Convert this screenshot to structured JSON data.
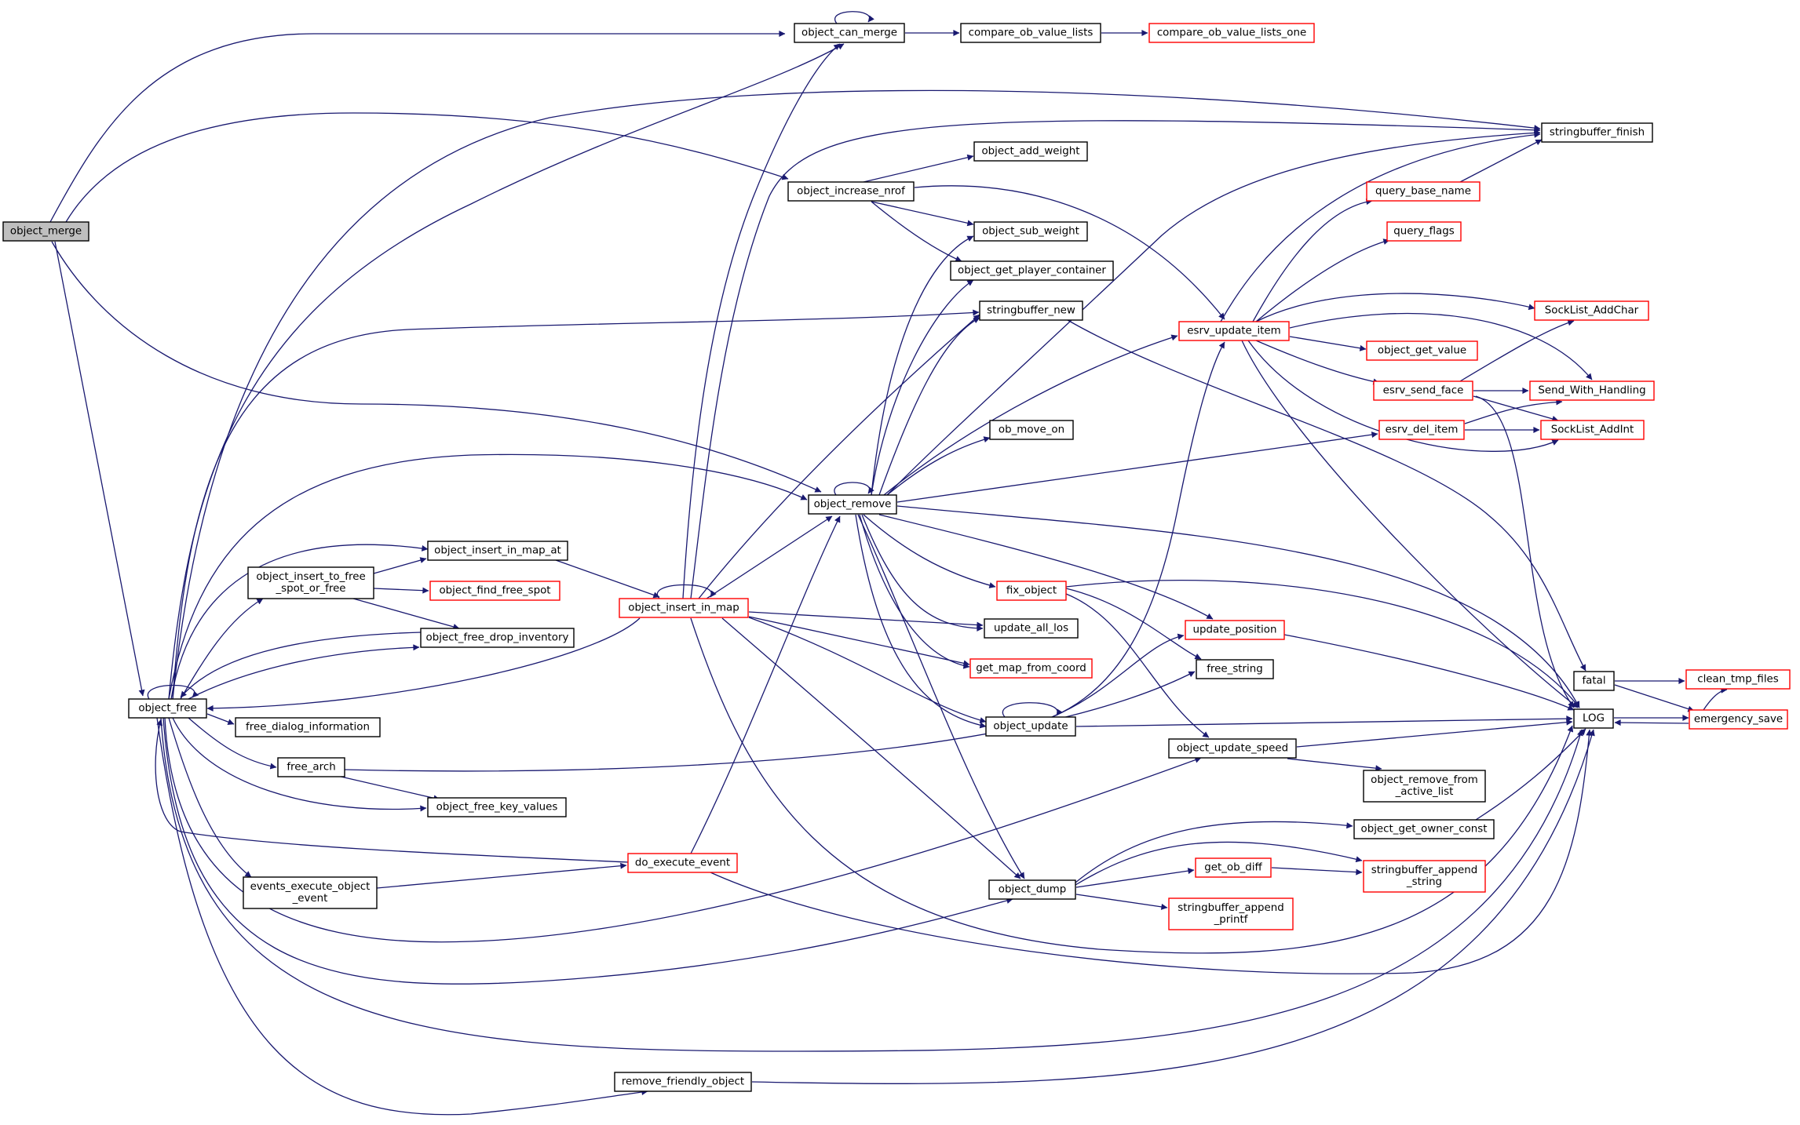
{
  "colors": {
    "edge": "#191970",
    "node_border_normal": "#000000",
    "node_border_truncated": "#ff0000",
    "node_fill": "#ffffff",
    "node_fill_root": "#bfbfbf"
  },
  "nodes": [
    {
      "id": "object_merge",
      "lines": [
        "object_merge"
      ],
      "kind": "root"
    },
    {
      "id": "object_can_merge",
      "lines": [
        "object_can_merge"
      ],
      "kind": "normal"
    },
    {
      "id": "compare_ob_value_lists",
      "lines": [
        "compare_ob_value_lists"
      ],
      "kind": "normal"
    },
    {
      "id": "compare_ob_value_lists_one",
      "lines": [
        "compare_ob_value_lists_one"
      ],
      "kind": "truncated"
    },
    {
      "id": "stringbuffer_finish",
      "lines": [
        "stringbuffer_finish"
      ],
      "kind": "normal"
    },
    {
      "id": "object_add_weight",
      "lines": [
        "object_add_weight"
      ],
      "kind": "normal"
    },
    {
      "id": "object_increase_nrof",
      "lines": [
        "object_increase_nrof"
      ],
      "kind": "normal"
    },
    {
      "id": "query_base_name",
      "lines": [
        "query_base_name"
      ],
      "kind": "truncated"
    },
    {
      "id": "query_flags",
      "lines": [
        "query_flags"
      ],
      "kind": "truncated"
    },
    {
      "id": "object_sub_weight",
      "lines": [
        "object_sub_weight"
      ],
      "kind": "normal"
    },
    {
      "id": "object_get_player_container",
      "lines": [
        "object_get_player_container"
      ],
      "kind": "normal"
    },
    {
      "id": "stringbuffer_new",
      "lines": [
        "stringbuffer_new"
      ],
      "kind": "normal"
    },
    {
      "id": "SockList_AddChar",
      "lines": [
        "SockList_AddChar"
      ],
      "kind": "truncated"
    },
    {
      "id": "esrv_update_item",
      "lines": [
        "esrv_update_item"
      ],
      "kind": "truncated"
    },
    {
      "id": "object_get_value",
      "lines": [
        "object_get_value"
      ],
      "kind": "truncated"
    },
    {
      "id": "esrv_send_face",
      "lines": [
        "esrv_send_face"
      ],
      "kind": "truncated"
    },
    {
      "id": "Send_With_Handling",
      "lines": [
        "Send_With_Handling"
      ],
      "kind": "truncated"
    },
    {
      "id": "ob_move_on",
      "lines": [
        "ob_move_on"
      ],
      "kind": "normal"
    },
    {
      "id": "esrv_del_item",
      "lines": [
        "esrv_del_item"
      ],
      "kind": "truncated"
    },
    {
      "id": "SockList_AddInt",
      "lines": [
        "SockList_AddInt"
      ],
      "kind": "truncated"
    },
    {
      "id": "object_remove",
      "lines": [
        "object_remove"
      ],
      "kind": "normal"
    },
    {
      "id": "object_insert_in_map_at",
      "lines": [
        "object_insert_in_map_at"
      ],
      "kind": "normal"
    },
    {
      "id": "object_insert_to_free_spot_or_free",
      "lines": [
        "object_insert_to_free",
        "_spot_or_free"
      ],
      "kind": "normal"
    },
    {
      "id": "object_find_free_spot",
      "lines": [
        "object_find_free_spot"
      ],
      "kind": "truncated"
    },
    {
      "id": "fix_object",
      "lines": [
        "fix_object"
      ],
      "kind": "truncated"
    },
    {
      "id": "object_insert_in_map",
      "lines": [
        "object_insert_in_map"
      ],
      "kind": "truncated"
    },
    {
      "id": "update_all_los",
      "lines": [
        "update_all_los"
      ],
      "kind": "normal"
    },
    {
      "id": "update_position",
      "lines": [
        "update_position"
      ],
      "kind": "truncated"
    },
    {
      "id": "object_free_drop_inventory",
      "lines": [
        "object_free_drop_inventory"
      ],
      "kind": "normal"
    },
    {
      "id": "get_map_from_coord",
      "lines": [
        "get_map_from_coord"
      ],
      "kind": "truncated"
    },
    {
      "id": "free_string",
      "lines": [
        "free_string"
      ],
      "kind": "normal"
    },
    {
      "id": "fatal",
      "lines": [
        "fatal"
      ],
      "kind": "normal"
    },
    {
      "id": "clean_tmp_files",
      "lines": [
        "clean_tmp_files"
      ],
      "kind": "truncated"
    },
    {
      "id": "object_free",
      "lines": [
        "object_free"
      ],
      "kind": "normal"
    },
    {
      "id": "object_update",
      "lines": [
        "object_update"
      ],
      "kind": "normal"
    },
    {
      "id": "LOG",
      "lines": [
        "LOG"
      ],
      "kind": "normal"
    },
    {
      "id": "emergency_save",
      "lines": [
        "emergency_save"
      ],
      "kind": "truncated"
    },
    {
      "id": "free_dialog_information",
      "lines": [
        "free_dialog_information"
      ],
      "kind": "normal"
    },
    {
      "id": "object_update_speed",
      "lines": [
        "object_update_speed"
      ],
      "kind": "normal"
    },
    {
      "id": "free_arch",
      "lines": [
        "free_arch"
      ],
      "kind": "normal"
    },
    {
      "id": "object_remove_from_active_list",
      "lines": [
        "object_remove_from",
        "_active_list"
      ],
      "kind": "normal"
    },
    {
      "id": "object_free_key_values",
      "lines": [
        "object_free_key_values"
      ],
      "kind": "normal"
    },
    {
      "id": "object_get_owner_const",
      "lines": [
        "object_get_owner_const"
      ],
      "kind": "normal"
    },
    {
      "id": "do_execute_event",
      "lines": [
        "do_execute_event"
      ],
      "kind": "truncated"
    },
    {
      "id": "get_ob_diff",
      "lines": [
        "get_ob_diff"
      ],
      "kind": "truncated"
    },
    {
      "id": "stringbuffer_append_string",
      "lines": [
        "stringbuffer_append",
        "_string"
      ],
      "kind": "truncated"
    },
    {
      "id": "events_execute_object_event",
      "lines": [
        "events_execute_object",
        "_event"
      ],
      "kind": "normal"
    },
    {
      "id": "object_dump",
      "lines": [
        "object_dump"
      ],
      "kind": "normal"
    },
    {
      "id": "stringbuffer_append_printf",
      "lines": [
        "stringbuffer_append",
        "_printf"
      ],
      "kind": "truncated"
    },
    {
      "id": "remove_friendly_object",
      "lines": [
        "remove_friendly_object"
      ],
      "kind": "normal"
    }
  ],
  "edges": [
    [
      "object_merge",
      "object_can_merge"
    ],
    [
      "object_merge",
      "object_increase_nrof"
    ],
    [
      "object_merge",
      "object_remove"
    ],
    [
      "object_merge",
      "object_free"
    ],
    [
      "object_can_merge",
      "object_can_merge"
    ],
    [
      "object_can_merge",
      "compare_ob_value_lists"
    ],
    [
      "compare_ob_value_lists",
      "compare_ob_value_lists_one"
    ],
    [
      "object_increase_nrof",
      "object_add_weight"
    ],
    [
      "object_increase_nrof",
      "object_sub_weight"
    ],
    [
      "object_increase_nrof",
      "object_get_player_container"
    ],
    [
      "object_increase_nrof",
      "esrv_update_item"
    ],
    [
      "esrv_update_item",
      "query_base_name"
    ],
    [
      "esrv_update_item",
      "query_flags"
    ],
    [
      "esrv_update_item",
      "SockList_AddChar"
    ],
    [
      "esrv_update_item",
      "object_get_value"
    ],
    [
      "esrv_update_item",
      "esrv_send_face"
    ],
    [
      "esrv_update_item",
      "Send_With_Handling"
    ],
    [
      "esrv_update_item",
      "SockList_AddInt"
    ],
    [
      "esrv_update_item",
      "LOG"
    ],
    [
      "esrv_update_item",
      "stringbuffer_finish"
    ],
    [
      "query_base_name",
      "stringbuffer_finish"
    ],
    [
      "esrv_send_face",
      "SockList_AddChar"
    ],
    [
      "esrv_send_face",
      "Send_With_Handling"
    ],
    [
      "esrv_send_face",
      "SockList_AddInt"
    ],
    [
      "esrv_send_face",
      "LOG"
    ],
    [
      "esrv_del_item",
      "Send_With_Handling"
    ],
    [
      "esrv_del_item",
      "SockList_AddInt"
    ],
    [
      "stringbuffer_new",
      "fatal"
    ],
    [
      "fatal",
      "clean_tmp_files"
    ],
    [
      "fatal",
      "emergency_save"
    ],
    [
      "emergency_save",
      "LOG"
    ],
    [
      "emergency_save",
      "clean_tmp_files"
    ],
    [
      "LOG",
      "emergency_save"
    ],
    [
      "object_remove",
      "object_remove"
    ],
    [
      "object_remove",
      "object_sub_weight"
    ],
    [
      "object_remove",
      "object_get_player_container"
    ],
    [
      "object_remove",
      "stringbuffer_new"
    ],
    [
      "object_remove",
      "stringbuffer_finish"
    ],
    [
      "object_remove",
      "esrv_update_item"
    ],
    [
      "object_remove",
      "ob_move_on"
    ],
    [
      "object_remove",
      "esrv_del_item"
    ],
    [
      "object_remove",
      "LOG"
    ],
    [
      "object_remove",
      "fix_object"
    ],
    [
      "object_remove",
      "update_all_los"
    ],
    [
      "object_remove",
      "update_position"
    ],
    [
      "object_remove",
      "get_map_from_coord"
    ],
    [
      "object_remove",
      "object_update"
    ],
    [
      "object_remove",
      "object_dump"
    ],
    [
      "fix_object",
      "LOG"
    ],
    [
      "fix_object",
      "free_string"
    ],
    [
      "fix_object",
      "object_update_speed"
    ],
    [
      "update_position",
      "LOG"
    ],
    [
      "object_update",
      "object_update"
    ],
    [
      "object_update",
      "esrv_update_item"
    ],
    [
      "object_update",
      "update_position"
    ],
    [
      "object_update",
      "LOG"
    ],
    [
      "object_update_speed",
      "LOG"
    ],
    [
      "object_update_speed",
      "object_remove_from_active_list"
    ],
    [
      "object_get_owner_const",
      "LOG"
    ],
    [
      "object_dump",
      "object_get_owner_const"
    ],
    [
      "object_dump",
      "stringbuffer_append_string"
    ],
    [
      "object_dump",
      "get_ob_diff"
    ],
    [
      "object_dump",
      "stringbuffer_append_printf"
    ],
    [
      "get_ob_diff",
      "stringbuffer_append_string"
    ],
    [
      "object_insert_in_map",
      "object_insert_in_map"
    ],
    [
      "object_insert_in_map",
      "object_can_merge"
    ],
    [
      "object_insert_in_map",
      "stringbuffer_finish"
    ],
    [
      "object_insert_in_map",
      "stringbuffer_new"
    ],
    [
      "object_insert_in_map",
      "object_remove"
    ],
    [
      "object_insert_in_map",
      "update_all_los"
    ],
    [
      "object_insert_in_map",
      "get_map_from_coord"
    ],
    [
      "object_insert_in_map",
      "object_update"
    ],
    [
      "object_insert_in_map",
      "object_dump"
    ],
    [
      "object_insert_in_map",
      "LOG"
    ],
    [
      "object_insert_in_map",
      "object_free"
    ],
    [
      "object_insert_in_map_at",
      "object_insert_in_map"
    ],
    [
      "object_insert_to_free_spot_or_free",
      "object_insert_in_map_at"
    ],
    [
      "object_insert_to_free_spot_or_free",
      "object_find_free_spot"
    ],
    [
      "object_insert_to_free_spot_or_free",
      "object_free_drop_inventory"
    ],
    [
      "object_free_drop_inventory",
      "object_free"
    ],
    [
      "do_execute_event",
      "object_remove"
    ],
    [
      "do_execute_event",
      "object_free"
    ],
    [
      "do_execute_event",
      "LOG"
    ],
    [
      "events_execute_object_event",
      "do_execute_event"
    ],
    [
      "remove_friendly_object",
      "LOG"
    ],
    [
      "free_arch",
      "free_string"
    ],
    [
      "free_arch",
      "object_free_key_values"
    ],
    [
      "object_free",
      "object_free"
    ],
    [
      "object_free",
      "object_can_merge"
    ],
    [
      "object_free",
      "stringbuffer_finish"
    ],
    [
      "object_free",
      "stringbuffer_new"
    ],
    [
      "object_free",
      "object_remove"
    ],
    [
      "object_free",
      "object_insert_in_map_at"
    ],
    [
      "object_free",
      "object_insert_to_free_spot_or_free"
    ],
    [
      "object_free",
      "object_free_drop_inventory"
    ],
    [
      "object_free",
      "free_dialog_information"
    ],
    [
      "object_free",
      "free_arch"
    ],
    [
      "object_free",
      "object_free_key_values"
    ],
    [
      "object_free",
      "events_execute_object_event"
    ],
    [
      "object_free",
      "object_update_speed"
    ],
    [
      "object_free",
      "object_dump"
    ],
    [
      "object_free",
      "LOG"
    ],
    [
      "object_free",
      "remove_friendly_object"
    ]
  ]
}
